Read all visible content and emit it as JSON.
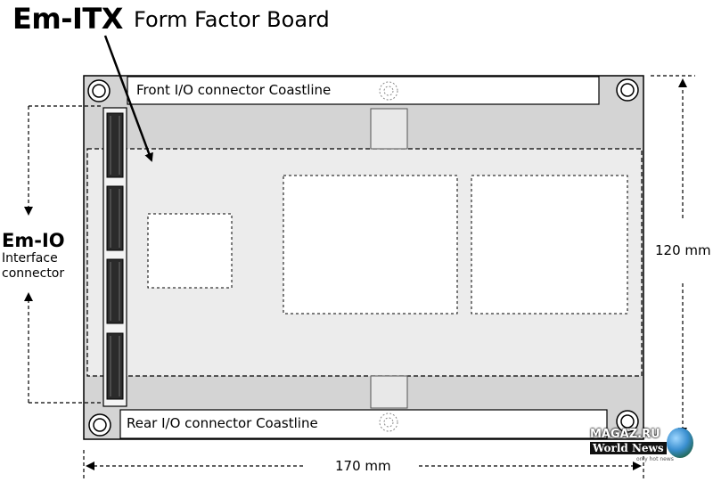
{
  "title": {
    "main": "Em-ITX",
    "sub": "Form Factor Board"
  },
  "board": {
    "front_coastline": "Front I/O connector Coastline",
    "rear_coastline": "Rear I/O connector Coastline"
  },
  "interface": {
    "title": "Em-IO",
    "line1": "Interface",
    "line2": "connector"
  },
  "dimensions": {
    "height": "120 mm",
    "width": "170 mm"
  },
  "watermark": {
    "line1": "MAGAZ.RU",
    "line2": "World News",
    "line3": "only hot news"
  },
  "colors": {
    "board": "#d3d3d3",
    "inner": "#ececec",
    "outline": "#000000"
  }
}
